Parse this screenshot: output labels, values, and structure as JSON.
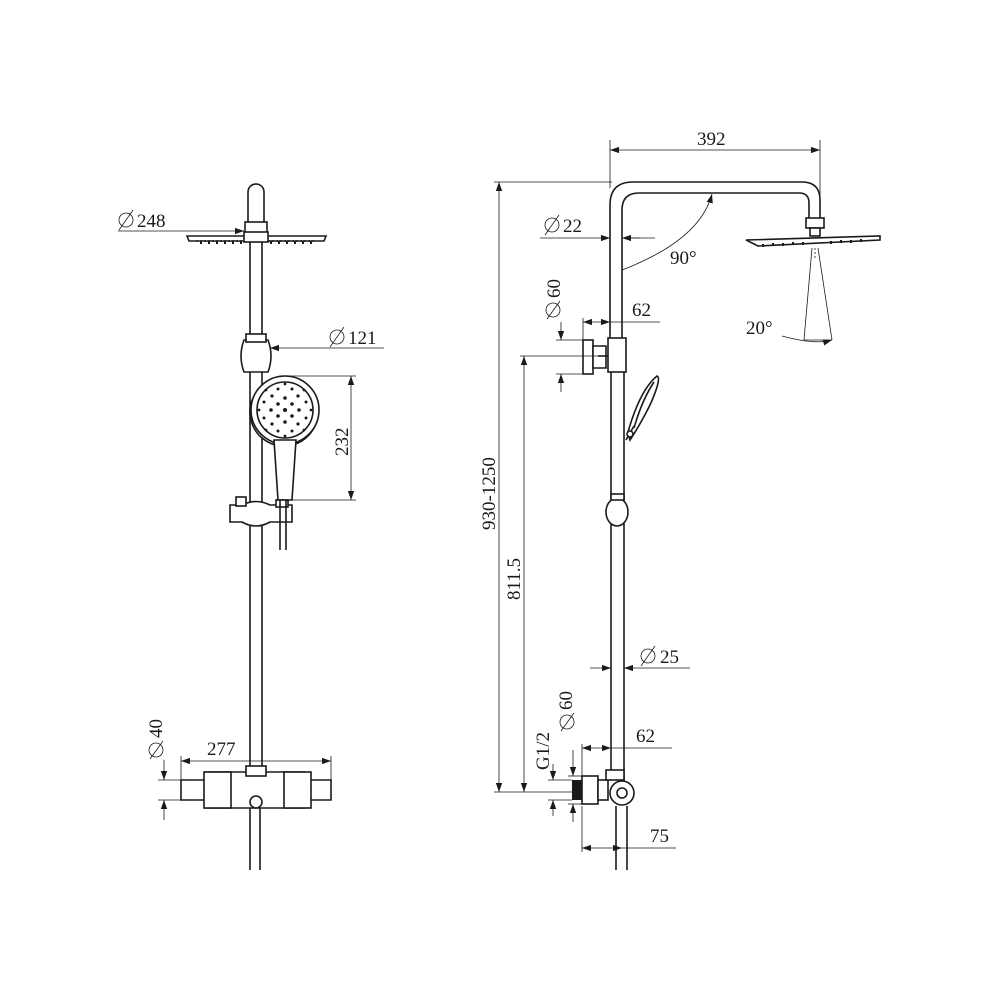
{
  "front_view": {
    "overhead_shower_diameter": "248",
    "handshower_diameter": "121",
    "handshower_length": "232",
    "valve_height": "40",
    "valve_width": "277"
  },
  "side_view": {
    "arm_projection": "392",
    "pipe_diameter_top": "22",
    "arm_angle": "90°",
    "spray_angle": "20°",
    "upper_rose_diameter": "60",
    "upper_bracket_offset": "62",
    "height_range": "930-1250",
    "bracket_height": "811.5",
    "pipe_diameter_lower": "25",
    "lower_rose_diameter": "60",
    "connection_thread": "G1/2",
    "lower_bracket_offset": "62",
    "valve_projection": "75"
  }
}
